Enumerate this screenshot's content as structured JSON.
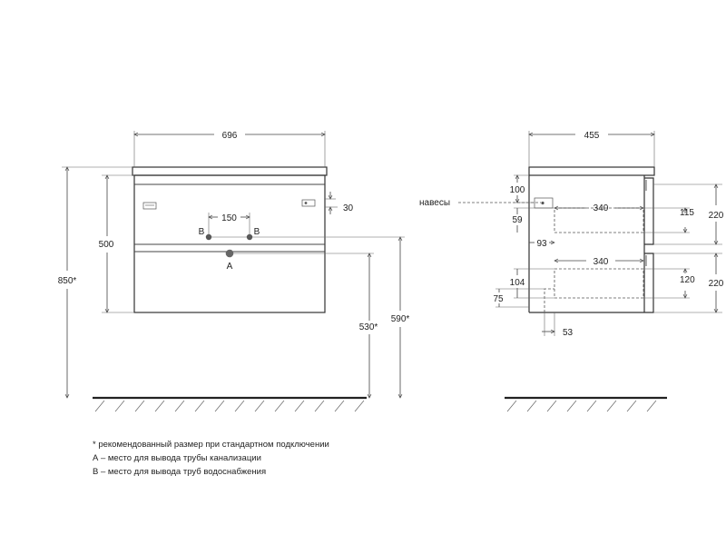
{
  "front_view": {
    "width": "696",
    "total_height": "850*",
    "body_height": "500",
    "pipe_spacing": "150",
    "hinge_offset": "30",
    "outlet_height": "530*",
    "inlet_height": "590*",
    "label_a": "A",
    "label_b_left": "B",
    "label_b_right": "B"
  },
  "side_view": {
    "depth": "455",
    "hinges_label": "навесы",
    "top_offset": "100",
    "upper_drawer_depth": "340",
    "upper_drawer_height": "115",
    "upper_front_height": "220",
    "gap_59": "59",
    "inset_93": "93",
    "lower_drawer_depth": "340",
    "lower_drawer_height": "120",
    "lower_front_height": "220",
    "offset_104": "104",
    "offset_75": "75",
    "offset_53": "53"
  },
  "notes": {
    "line1": "* рекомендованный размер при стандартном подключении",
    "line2": "А – место для вывода трубы канализации",
    "line3": "В – место для вывода труб водоснабжения"
  }
}
